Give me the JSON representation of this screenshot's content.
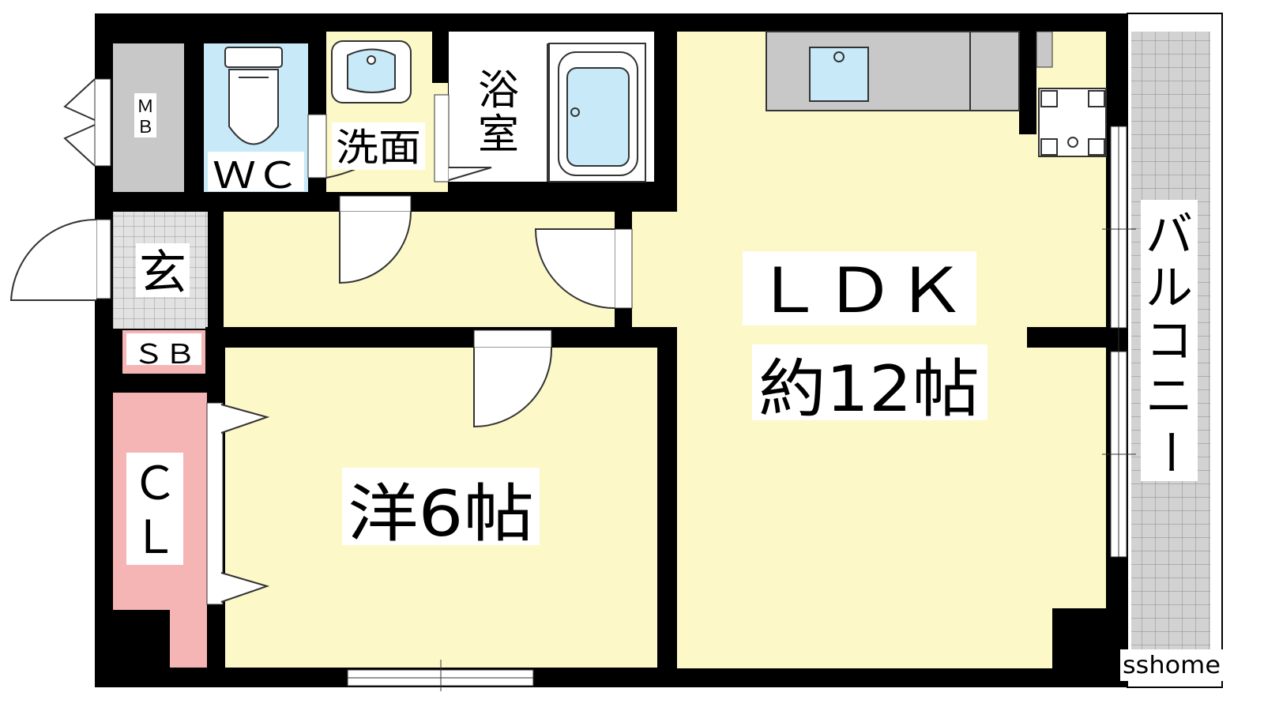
{
  "floor_plan": {
    "rooms": {
      "ldk": {
        "name": "ＬＤＫ",
        "size": "約12帖"
      },
      "western": {
        "name": "洋6帖"
      },
      "bath": {
        "name": "浴室",
        "chars": [
          "浴",
          "室"
        ]
      },
      "wash": {
        "name": "洗面"
      },
      "wc": {
        "name": "ＷＣ"
      },
      "mb": {
        "name": "ＭＢ",
        "chars": [
          "Ｍ",
          "Ｂ"
        ]
      },
      "entrance": {
        "name": "玄"
      },
      "sb": {
        "name": "ＳＢ"
      },
      "cl": {
        "name": "ＣＬ",
        "chars": [
          "Ｃ",
          "Ｌ"
        ]
      },
      "balcony": {
        "name": "バルコニー",
        "chars": [
          "バ",
          "ル",
          "コ",
          "ニ",
          "ー"
        ]
      }
    },
    "watermark": "sshome",
    "colors": {
      "wall": "#000000",
      "room_floor": "#fdf8c8",
      "wet_area": "#c8e9f8",
      "storage_pink": "#f5b5b5",
      "storage_gray": "#c8c8c8",
      "tile": "#cfcfcf"
    }
  }
}
